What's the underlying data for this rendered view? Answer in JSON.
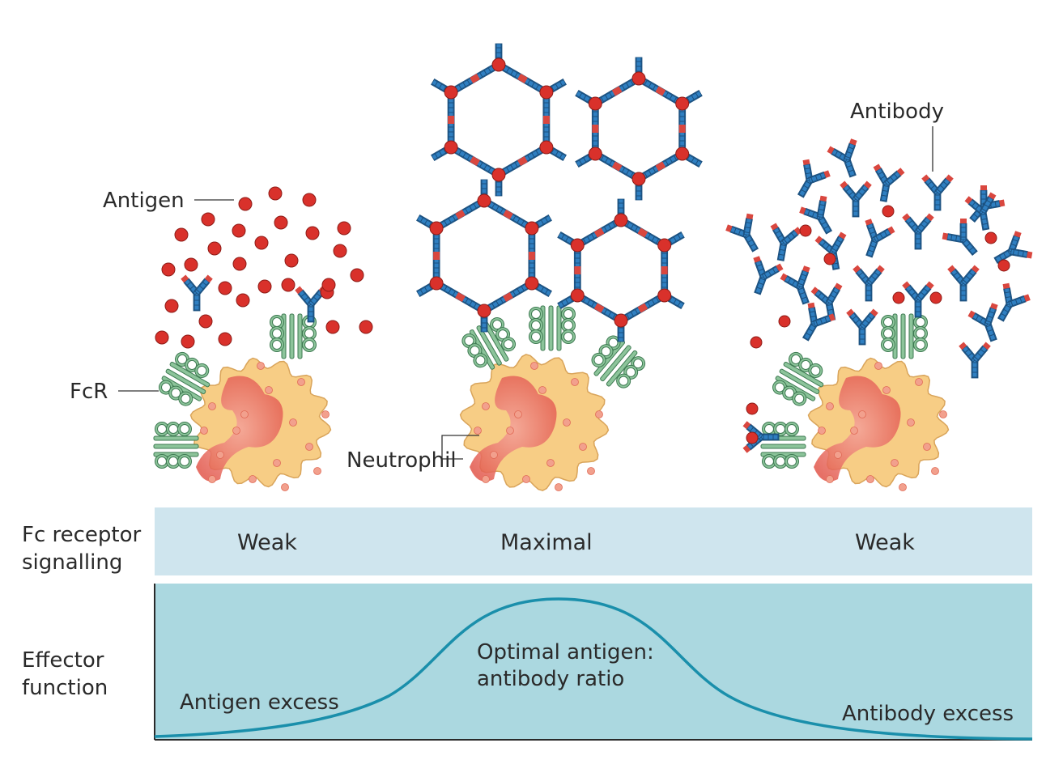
{
  "labels": {
    "antigen": "Antigen",
    "antibody": "Antibody",
    "fcr": "FcR",
    "neutrophil": "Neutrophil"
  },
  "rows": {
    "signalling_label_line1": "Fc receptor",
    "signalling_label_line2": "signalling",
    "effector_label_line1": "Effector",
    "effector_label_line2": "function"
  },
  "signalling": {
    "left": "Weak",
    "center": "Maximal",
    "right": "Weak"
  },
  "effector": {
    "left": "Antigen excess",
    "center_line1": "Optimal antigen:",
    "center_line2": "antibody ratio",
    "right": "Antibody excess"
  },
  "colors": {
    "antigen": "#d9312b",
    "antibody_blue": "#2f7fc1",
    "antibody_red": "#d9473f",
    "receptor": "#8cc49a",
    "receptor_stroke": "#3e7a52",
    "neutrophil": "#f7cd85",
    "nucleus": "#e5655a",
    "signalling_band": "#cfe5ee",
    "effector_band": "#abd8e0",
    "curve": "#1a8fab"
  }
}
